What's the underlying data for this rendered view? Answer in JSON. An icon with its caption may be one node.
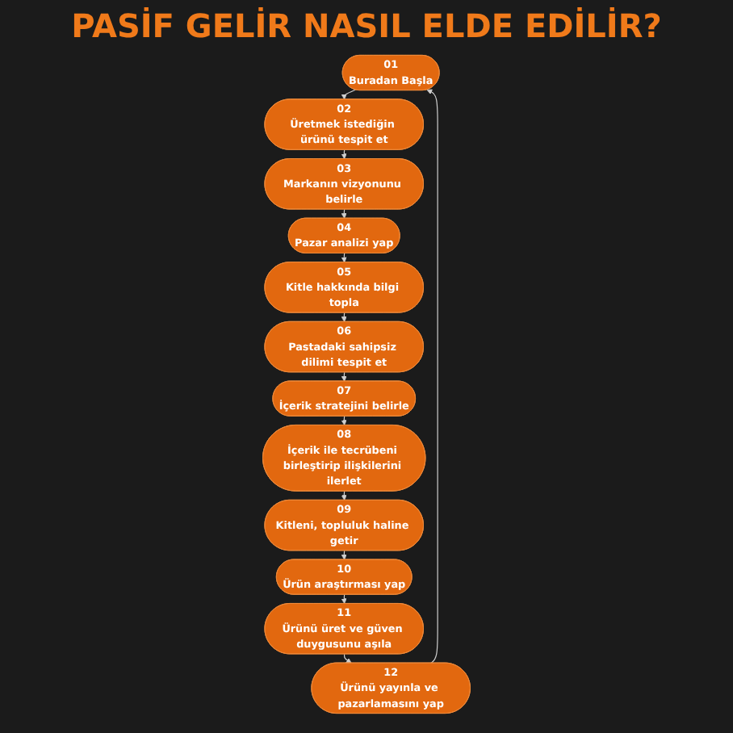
{
  "diagram": {
    "title": "PASİF GELİR NASIL ELDE EDİLİR?",
    "nodes": [
      {
        "text": [
          "01",
          "Buradan Başla"
        ]
      },
      {
        "text": [
          "02",
          "Üretmek istediğin ürünü tespit et"
        ]
      },
      {
        "text": [
          "03",
          "Markanın vizyonunu belirle"
        ]
      },
      {
        "text": [
          "04",
          "Pazar analizi yap"
        ]
      },
      {
        "text": [
          "05",
          "Kitle hakkında bilgi topla"
        ]
      },
      {
        "text": [
          "06",
          "Pastadaki sahipsiz dilimi tespit et"
        ]
      },
      {
        "text": [
          "07",
          "İçerik stratejini belirle"
        ]
      },
      {
        "text": [
          "08",
          "İçerik ile tecrübeni birleştirip ilişkilerini ilerlet"
        ]
      },
      {
        "text": [
          "09",
          "Kitleni, topluluk haline getir"
        ]
      },
      {
        "text": [
          "10",
          "Ürün araştırması yap"
        ]
      },
      {
        "text": [
          "11",
          "Ürünü üret ve güven duygusunu aşıla"
        ]
      },
      {
        "text": [
          "12",
          "Ürünü yayınla ve pazarlamasını yap"
        ]
      }
    ],
    "edges": [
      {
        "from": 0,
        "to": 1,
        "arrow": "to"
      },
      {
        "from": 1,
        "to": 2,
        "arrow": "to"
      },
      {
        "from": 2,
        "to": 3,
        "arrow": "to"
      },
      {
        "from": 3,
        "to": 4,
        "arrow": "to"
      },
      {
        "from": 4,
        "to": 5,
        "arrow": "to"
      },
      {
        "from": 5,
        "to": 6,
        "arrow": "to"
      },
      {
        "from": 6,
        "to": 7,
        "arrow": "to"
      },
      {
        "from": 7,
        "to": 8,
        "arrow": "to"
      },
      {
        "from": 8,
        "to": 9,
        "arrow": "to"
      },
      {
        "from": 9,
        "to": 10,
        "arrow": "to"
      },
      {
        "from": 10,
        "to": 11,
        "arrow": "to"
      },
      {
        "from": 11,
        "to": 0,
        "arrow": "to"
      }
    ]
  }
}
